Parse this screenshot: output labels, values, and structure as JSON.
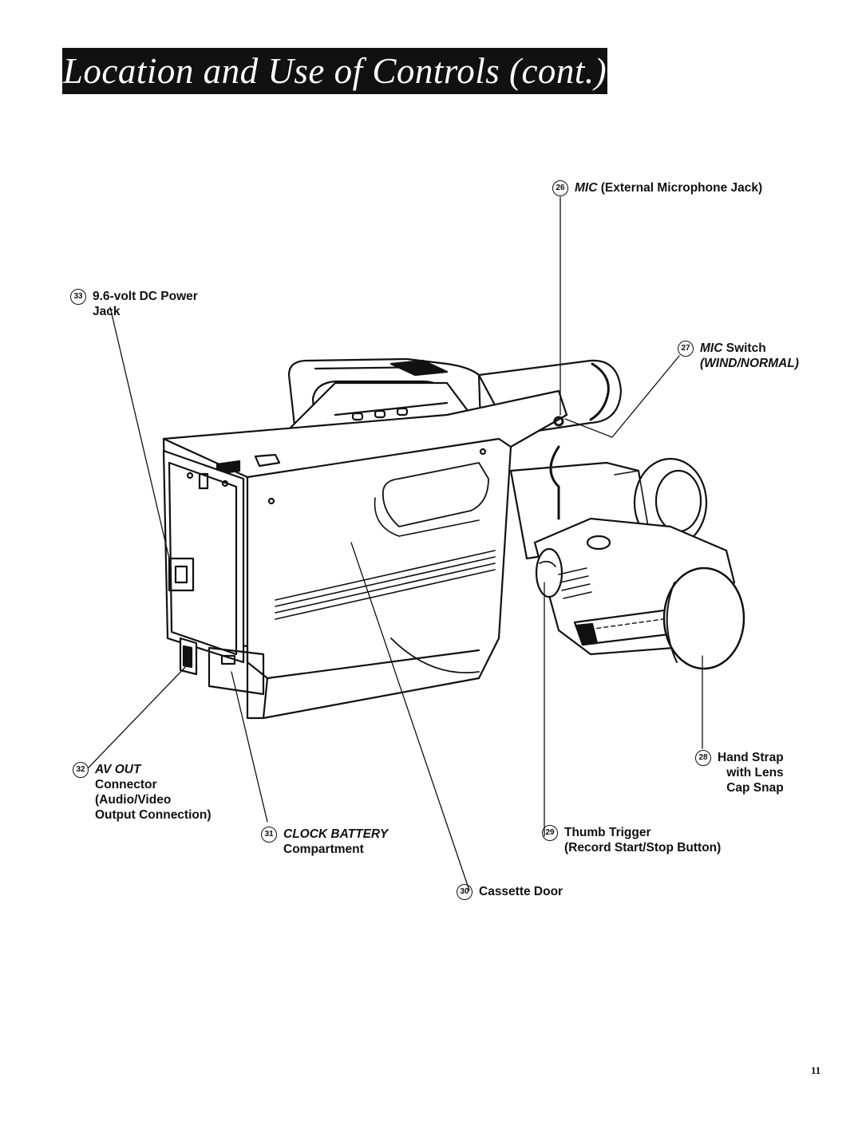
{
  "header": {
    "title": "Location and Use of Controls (cont.)"
  },
  "callouts": {
    "c26": {
      "num": "26",
      "l1_italic": "MIC",
      "l1_rest": " (External Microphone Jack)"
    },
    "c27": {
      "num": "27",
      "l1_italic": "MIC",
      "l1_rest": " Switch",
      "l2": "(WIND/NORMAL)"
    },
    "c33": {
      "num": "33",
      "l1": "9.6-volt DC Power",
      "l2": "Jack"
    },
    "c32": {
      "num": "32",
      "l1": "AV OUT",
      "l2": "Connector",
      "l3": "(Audio/Video",
      "l4": "Output Connection)"
    },
    "c31": {
      "num": "31",
      "l1": "CLOCK BATTERY",
      "l2": "Compartment"
    },
    "c30": {
      "num": "30",
      "l1": "Cassette Door"
    },
    "c29": {
      "num": "29",
      "l1": "Thumb Trigger",
      "l2": "(Record Start/Stop Button)"
    },
    "c28": {
      "num": "28",
      "l1": "Hand Strap",
      "l2": "with Lens",
      "l3": "Cap Snap"
    }
  },
  "page_number": "11",
  "colors": {
    "ink": "#111111",
    "paper": "#ffffff",
    "banner": "#111111"
  }
}
